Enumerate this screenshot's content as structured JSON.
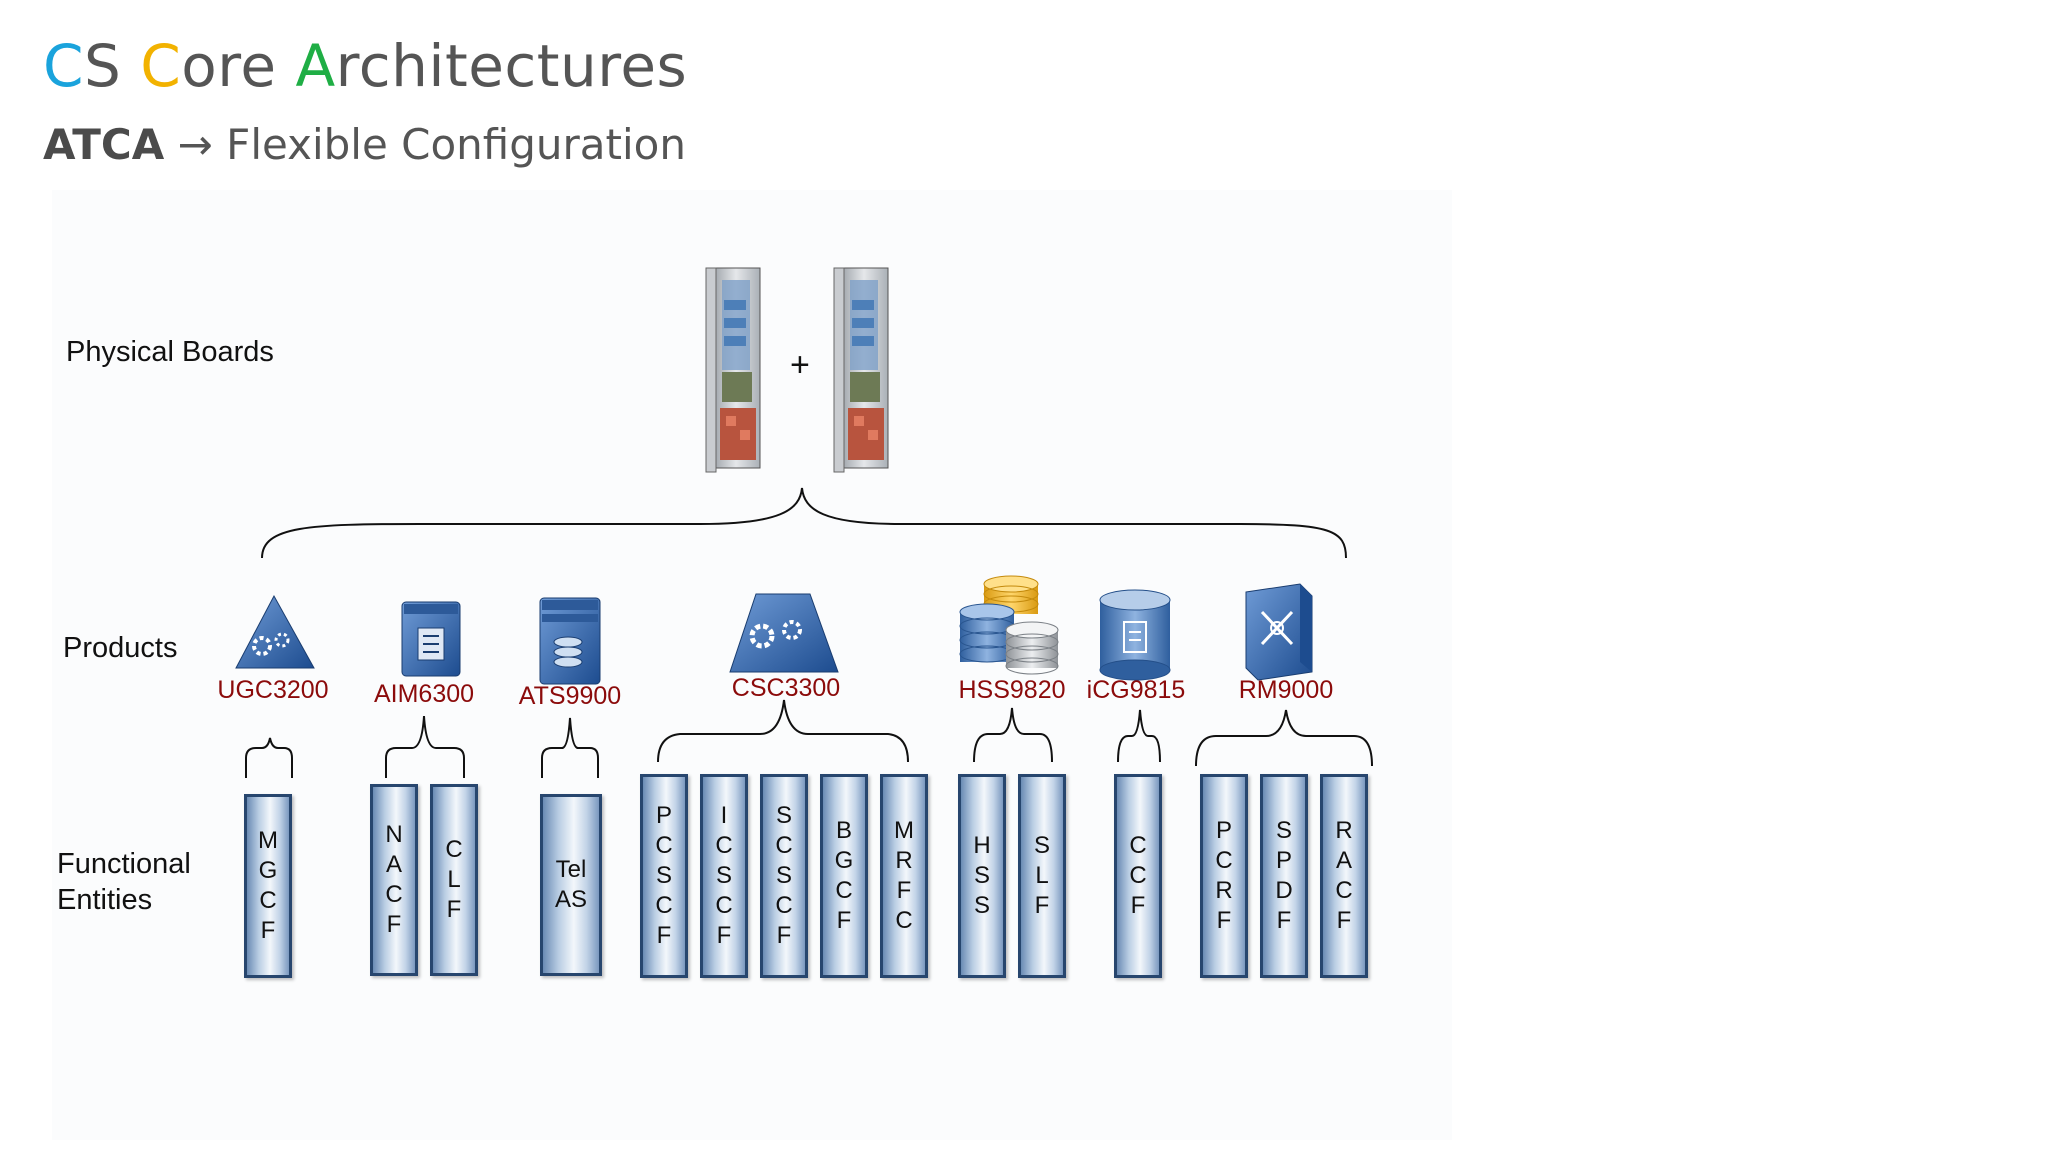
{
  "title": {
    "c_first": "C",
    "s_rest": "S ",
    "c_second": "C",
    "ore": "ore ",
    "a_letter": "A",
    "rest": "rchitectures"
  },
  "subtitle": {
    "bold": "ATCA",
    "arrow": "→",
    "rest": "Flexible Configuration"
  },
  "labels": {
    "physical_boards": "Physical Boards",
    "products": "Products",
    "functional_entities_1": "Functional",
    "functional_entities_2": "Entities"
  },
  "plus": "+",
  "colors": {
    "cs_c": "#1aa3dc",
    "core_c": "#f2b200",
    "arch_a": "#1fae45",
    "product_text": "#8b0b0b"
  },
  "products": [
    {
      "name": "UGC3200",
      "icon": "gear-triangle-icon"
    },
    {
      "name": "AIM6300",
      "icon": "server-document-icon"
    },
    {
      "name": "ATS9900",
      "icon": "server-database-icon"
    },
    {
      "name": "CSC3300",
      "icon": "gear-trapezoid-icon"
    },
    {
      "name": "HSS9820",
      "icon": "database-stack-icon"
    },
    {
      "name": "iCG9815",
      "icon": "database-document-icon"
    },
    {
      "name": "RM9000",
      "icon": "router-box-icon"
    }
  ],
  "functional_entities": [
    "M\nG\nC\nF",
    "N\nA\nC\nF",
    "C\nL\nF",
    "Tel\nAS",
    "P\nC\nS\nC\nF",
    "I\nC\nS\nC\nF",
    "S\nC\nS\nC\nF",
    "B\nG\nC\nF",
    "M\nR\nF\nC",
    "H\nS\nS",
    "S\nL\nF",
    "C\nC\nF",
    "P\nC\nR\nF",
    "S\nP\nD\nF",
    "R\nA\nC\nF"
  ]
}
